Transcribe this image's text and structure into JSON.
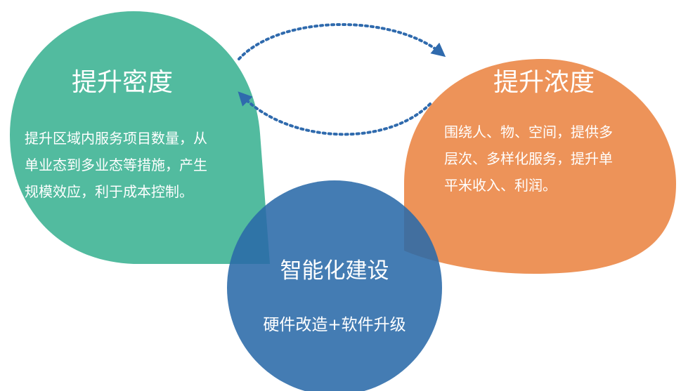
{
  "colors": {
    "teal": "#4bb89b",
    "orange": "#ec8f52",
    "blue": "#2a6aa8",
    "arrow": "#2f6aad",
    "text": "#ffffff"
  },
  "left": {
    "title": "提升密度",
    "lines": [
      "提升区域内服务项目数量，从",
      "单业态到多业态等措施，产生",
      "规模效应，利于成本控制。"
    ]
  },
  "right": {
    "title": "提升浓度",
    "lines": [
      "围绕人、物、空间，提供多",
      "层次、多样化服务，提升单",
      "平米收入、利润。"
    ]
  },
  "center": {
    "title": "智能化建设",
    "subtitle": "硬件改造+软件升级"
  },
  "icons": {
    "top_arrow": "dotted-curved-arrow-right",
    "bottom_arrow": "dotted-curved-arrow-left"
  }
}
